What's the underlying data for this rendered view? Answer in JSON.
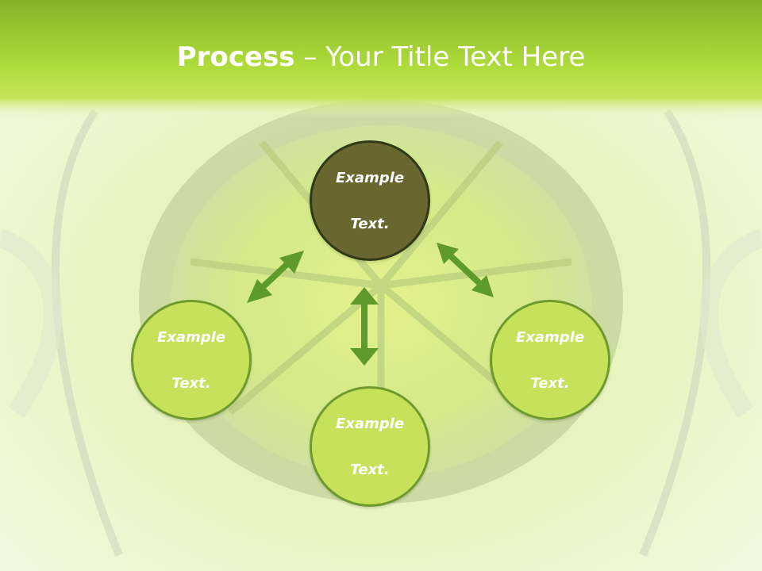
{
  "slide": {
    "title_bold": "Process",
    "title_rest": " – Your Title Text Here",
    "colors": {
      "title_band": "#a8d43a",
      "background": "#eef6d2",
      "dark_node": "#69662f",
      "light_node": "#c6e25a",
      "arrow": "#5e9a2c"
    }
  },
  "nodes": {
    "top": {
      "line1": "Example",
      "line2": "Text."
    },
    "left": {
      "line1": "Example",
      "line2": "Text."
    },
    "right": {
      "line1": "Example",
      "line2": "Text."
    },
    "bottom": {
      "line1": "Example",
      "line2": "Text."
    }
  }
}
